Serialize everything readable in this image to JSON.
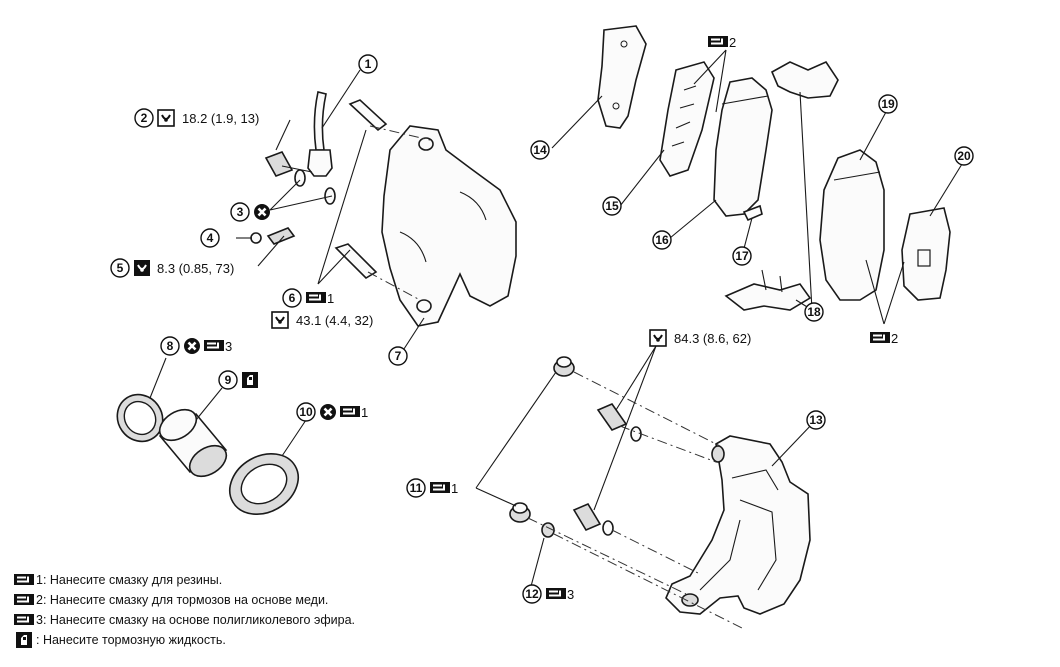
{
  "callouts": [
    "1",
    "2",
    "3",
    "4",
    "5",
    "6",
    "7",
    "8",
    "9",
    "10",
    "11",
    "12",
    "13",
    "14",
    "15",
    "16",
    "17",
    "18",
    "19",
    "20"
  ],
  "specs": {
    "s2": "18.2 (1.9, 13)",
    "s5": "8.3 (0.85, 73)",
    "s6": "43.1 (4.4, 32)",
    "s11": "84.3 (8.6, 62)"
  },
  "grease_marks": {
    "g1": "1",
    "g2": "2",
    "g3": "3"
  },
  "legend": {
    "l1": "1: Нанесите смазку для резины.",
    "l2": "2: Нанесите смазку для тормозов на основе меди.",
    "l3": "3: Нанесите смазку на основе полигликолевого эфира.",
    "l4": ": Нанесите тормозную жидкость."
  },
  "icons": {
    "torque": "torque-wrench-icon",
    "no_reuse": "do-not-reuse-icon",
    "grease": "grease-icon",
    "brake_fluid": "brake-fluid-icon"
  }
}
